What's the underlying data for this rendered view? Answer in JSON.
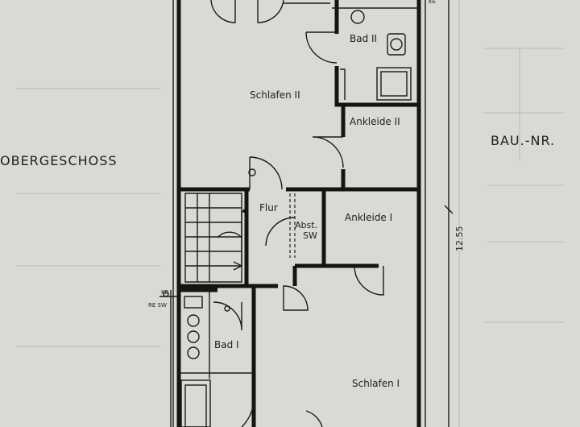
{
  "floor_label": "OBERGESCHOSS",
  "bau_label": "BAU.-NR.",
  "dimension": "12.55",
  "rooms": {
    "bad2": "Bad II",
    "schlafen2": "Schlafen II",
    "ankleide2": "Ankleide II",
    "flur": "Flur",
    "abst_line1": "Abst.",
    "abst_line2": "SW",
    "ankleide1": "Ankleide I",
    "bad1": "Bad I",
    "schlafen1": "Schlafen I"
  },
  "markers": {
    "ke_top": "KE",
    "ke_left": "KE",
    "re_sw": "RE SW"
  },
  "colors": {
    "paper": "#d9dad5",
    "ink": "#141414",
    "faint_grid": "#b8bab3"
  }
}
